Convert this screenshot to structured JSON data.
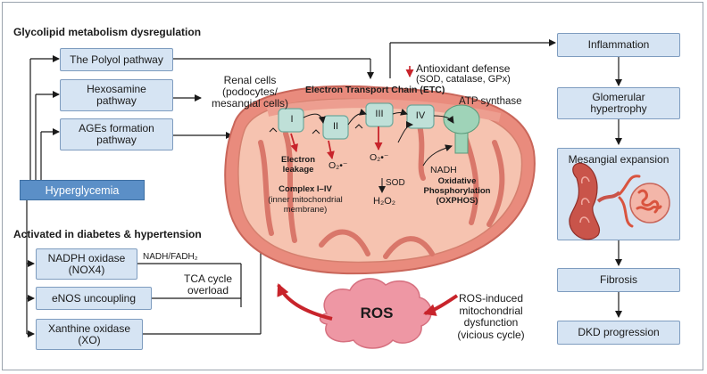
{
  "headings": {
    "glycolipid": "Glycolipid metabolism dysregulation",
    "activated": "Activated in diabetes & hypertension"
  },
  "left_boxes": {
    "polyol": "The Polyol pathway",
    "hexosamine": "Hexosamine\npathway",
    "ages": "AGEs formation\npathway",
    "hyperglycemia": "Hyperglycemia",
    "nadph": "NADPH oxidase\n(NOX4)",
    "enos": "eNOS uncoupling",
    "xanthine": "Xanthine oxidase\n(XO)"
  },
  "labels": {
    "renal_cells": "Renal cells\n(podocytes/\nmesangial cells)",
    "etc": "Electron Transport Chain (ETC)",
    "antioxidant": "Antioxidant defense",
    "antioxidant_sub": "(SOD, catalase, GPx)",
    "atp_synthase": "ATP synthase",
    "nadh_fadh": "NADH/FADH₂",
    "tca": "TCA cycle\noverload",
    "ros": "ROS",
    "ros_induced": "ROS-induced\nmitochondrial\ndysfunction\n(vicious cycle)"
  },
  "mito": {
    "complex_i": "I",
    "complex_ii": "II",
    "complex_iii": "III",
    "complex_iv": "IV",
    "electron_leakage": "Electron\nleakage",
    "o2_left": "O₂•⁻",
    "o2_right": "O₂•⁻",
    "sod": "SOD",
    "h2o2": "H₂O₂",
    "complex_range": "Complex I–IV",
    "complex_range_sub": "(inner mitochondrial\nmembrane)",
    "nadh": "NADH",
    "oxphos": "Oxidative\nPhosphorylation\n(OXPHOS)"
  },
  "right_boxes": {
    "inflammation": "Inflammation",
    "glomerular": "Glomerular\nhypertrophy",
    "mesangial": "Mesangial expansion",
    "fibrosis": "Fibrosis",
    "dkd": "DKD progression"
  },
  "colors": {
    "box_fill": "#d6e4f3",
    "hyperglycemia_fill": "#5b8fc7",
    "mito_outer": "#e98b7d",
    "mito_inner": "#f6c3b0",
    "complex_fill": "#bfe0d8",
    "ros_fill": "#ee97a4",
    "arrow_red": "#c8242b"
  }
}
